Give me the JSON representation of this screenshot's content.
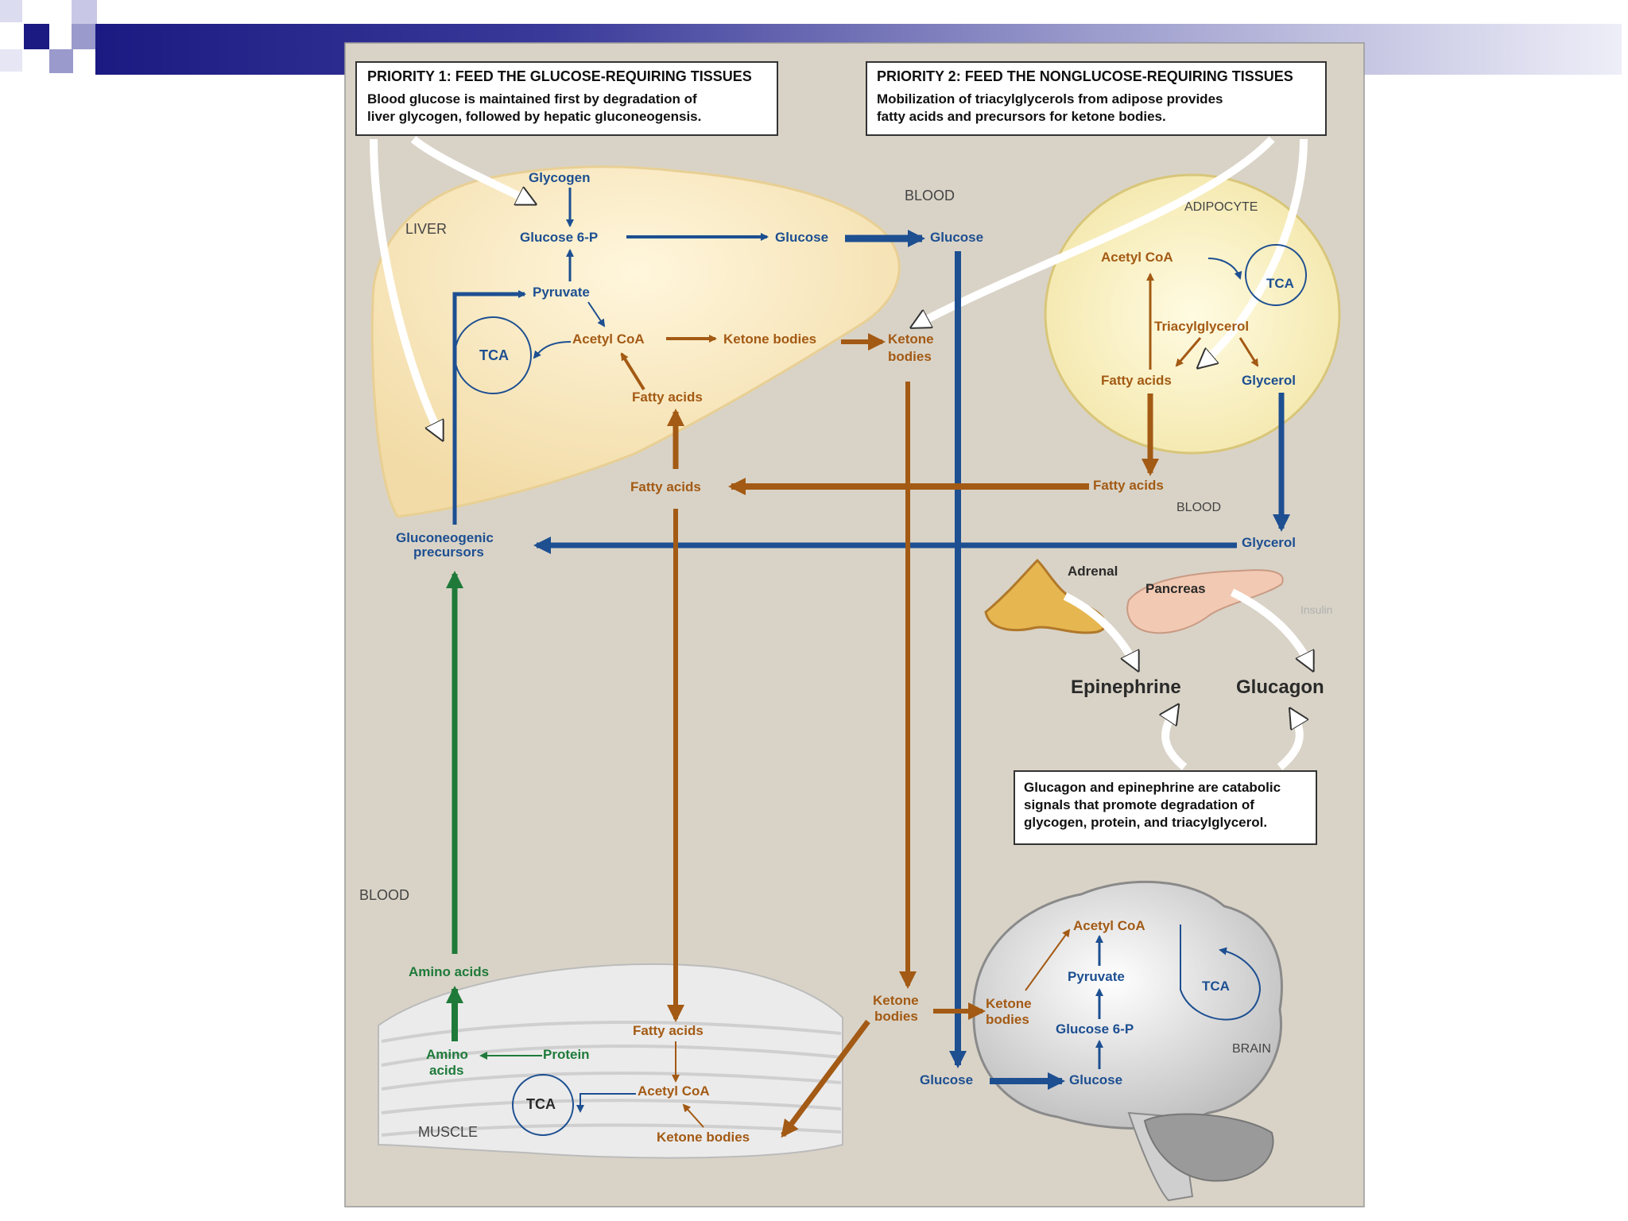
{
  "priority1": {
    "title": "PRIORITY 1: FEED THE GLUCOSE-REQUIRING TISSUES",
    "line1": "Blood glucose is maintained first by degradation of",
    "line2": "liver glycogen, followed by hepatic gluconeogensis."
  },
  "priority2": {
    "title": "PRIORITY 2: FEED THE NONGLUCOSE-REQUIRING TISSUES",
    "line1": "Mobilization of triacylglycerols from adipose provides",
    "line2": "fatty acids and precursors for ketone bodies."
  },
  "note": {
    "line1": "Glucagon and epinephrine are catabolic",
    "line2": "signals that promote degradation of",
    "line3": "glycogen, protein, and triacylglycerol."
  },
  "regions": {
    "liver": "LIVER",
    "adipocyte": "ADIPOCYTE",
    "blood_top": "BLOOD",
    "blood_mid": "BLOOD",
    "blood_left": "BLOOD",
    "muscle": "MUSCLE",
    "brain": "BRAIN"
  },
  "liver": {
    "glycogen": "Glycogen",
    "glucose6p": "Glucose 6-P",
    "glucose": "Glucose",
    "pyruvate": "Pyruvate",
    "tca": "TCA",
    "acetylcoa": "Acetyl CoA",
    "ketone_bodies": "Ketone bodies",
    "fatty_acids": "Fatty acids"
  },
  "blood": {
    "glucose": "Glucose",
    "ketone1": "Ketone",
    "ketone2": "bodies",
    "fatty_acids_liver": "Fatty acids",
    "fatty_acids_adipose": "Fatty acids",
    "gluconeo1": "Gluconeogenic",
    "gluconeo2": "precursors",
    "glycerol": "Glycerol",
    "amino_acids": "Amino acids"
  },
  "adipocyte": {
    "acetylcoa": "Acetyl CoA",
    "tca": "TCA",
    "triacylglycerol": "Triacylglycerol",
    "fatty_acids": "Fatty acids",
    "glycerol": "Glycerol"
  },
  "hormones": {
    "adrenal": "Adrenal",
    "pancreas": "Pancreas",
    "insulin": "Insulin",
    "epinephrine": "Epinephrine",
    "glucagon": "Glucagon"
  },
  "muscle": {
    "amino1": "Amino",
    "amino2": "acids",
    "protein": "Protein",
    "tca": "TCA",
    "fatty_acids": "Fatty acids",
    "acetylcoa": "Acetyl CoA",
    "ketone_bodies": "Ketone bodies"
  },
  "brain": {
    "acetylcoa": "Acetyl CoA",
    "pyruvate": "Pyruvate",
    "tca": "TCA",
    "ketone1": "Ketone",
    "ketone2": "bodies",
    "glucose6p": "Glucose 6-P",
    "glucose": "Glucose",
    "ketone_in1": "Ketone",
    "ketone_in2": "bodies",
    "glucose_in": "Glucose"
  },
  "colors": {
    "glucose_path": "#1d4f91",
    "fat_path": "#a35a14",
    "amino_path": "#1f7a3a",
    "panel": "#d9d3c7"
  }
}
